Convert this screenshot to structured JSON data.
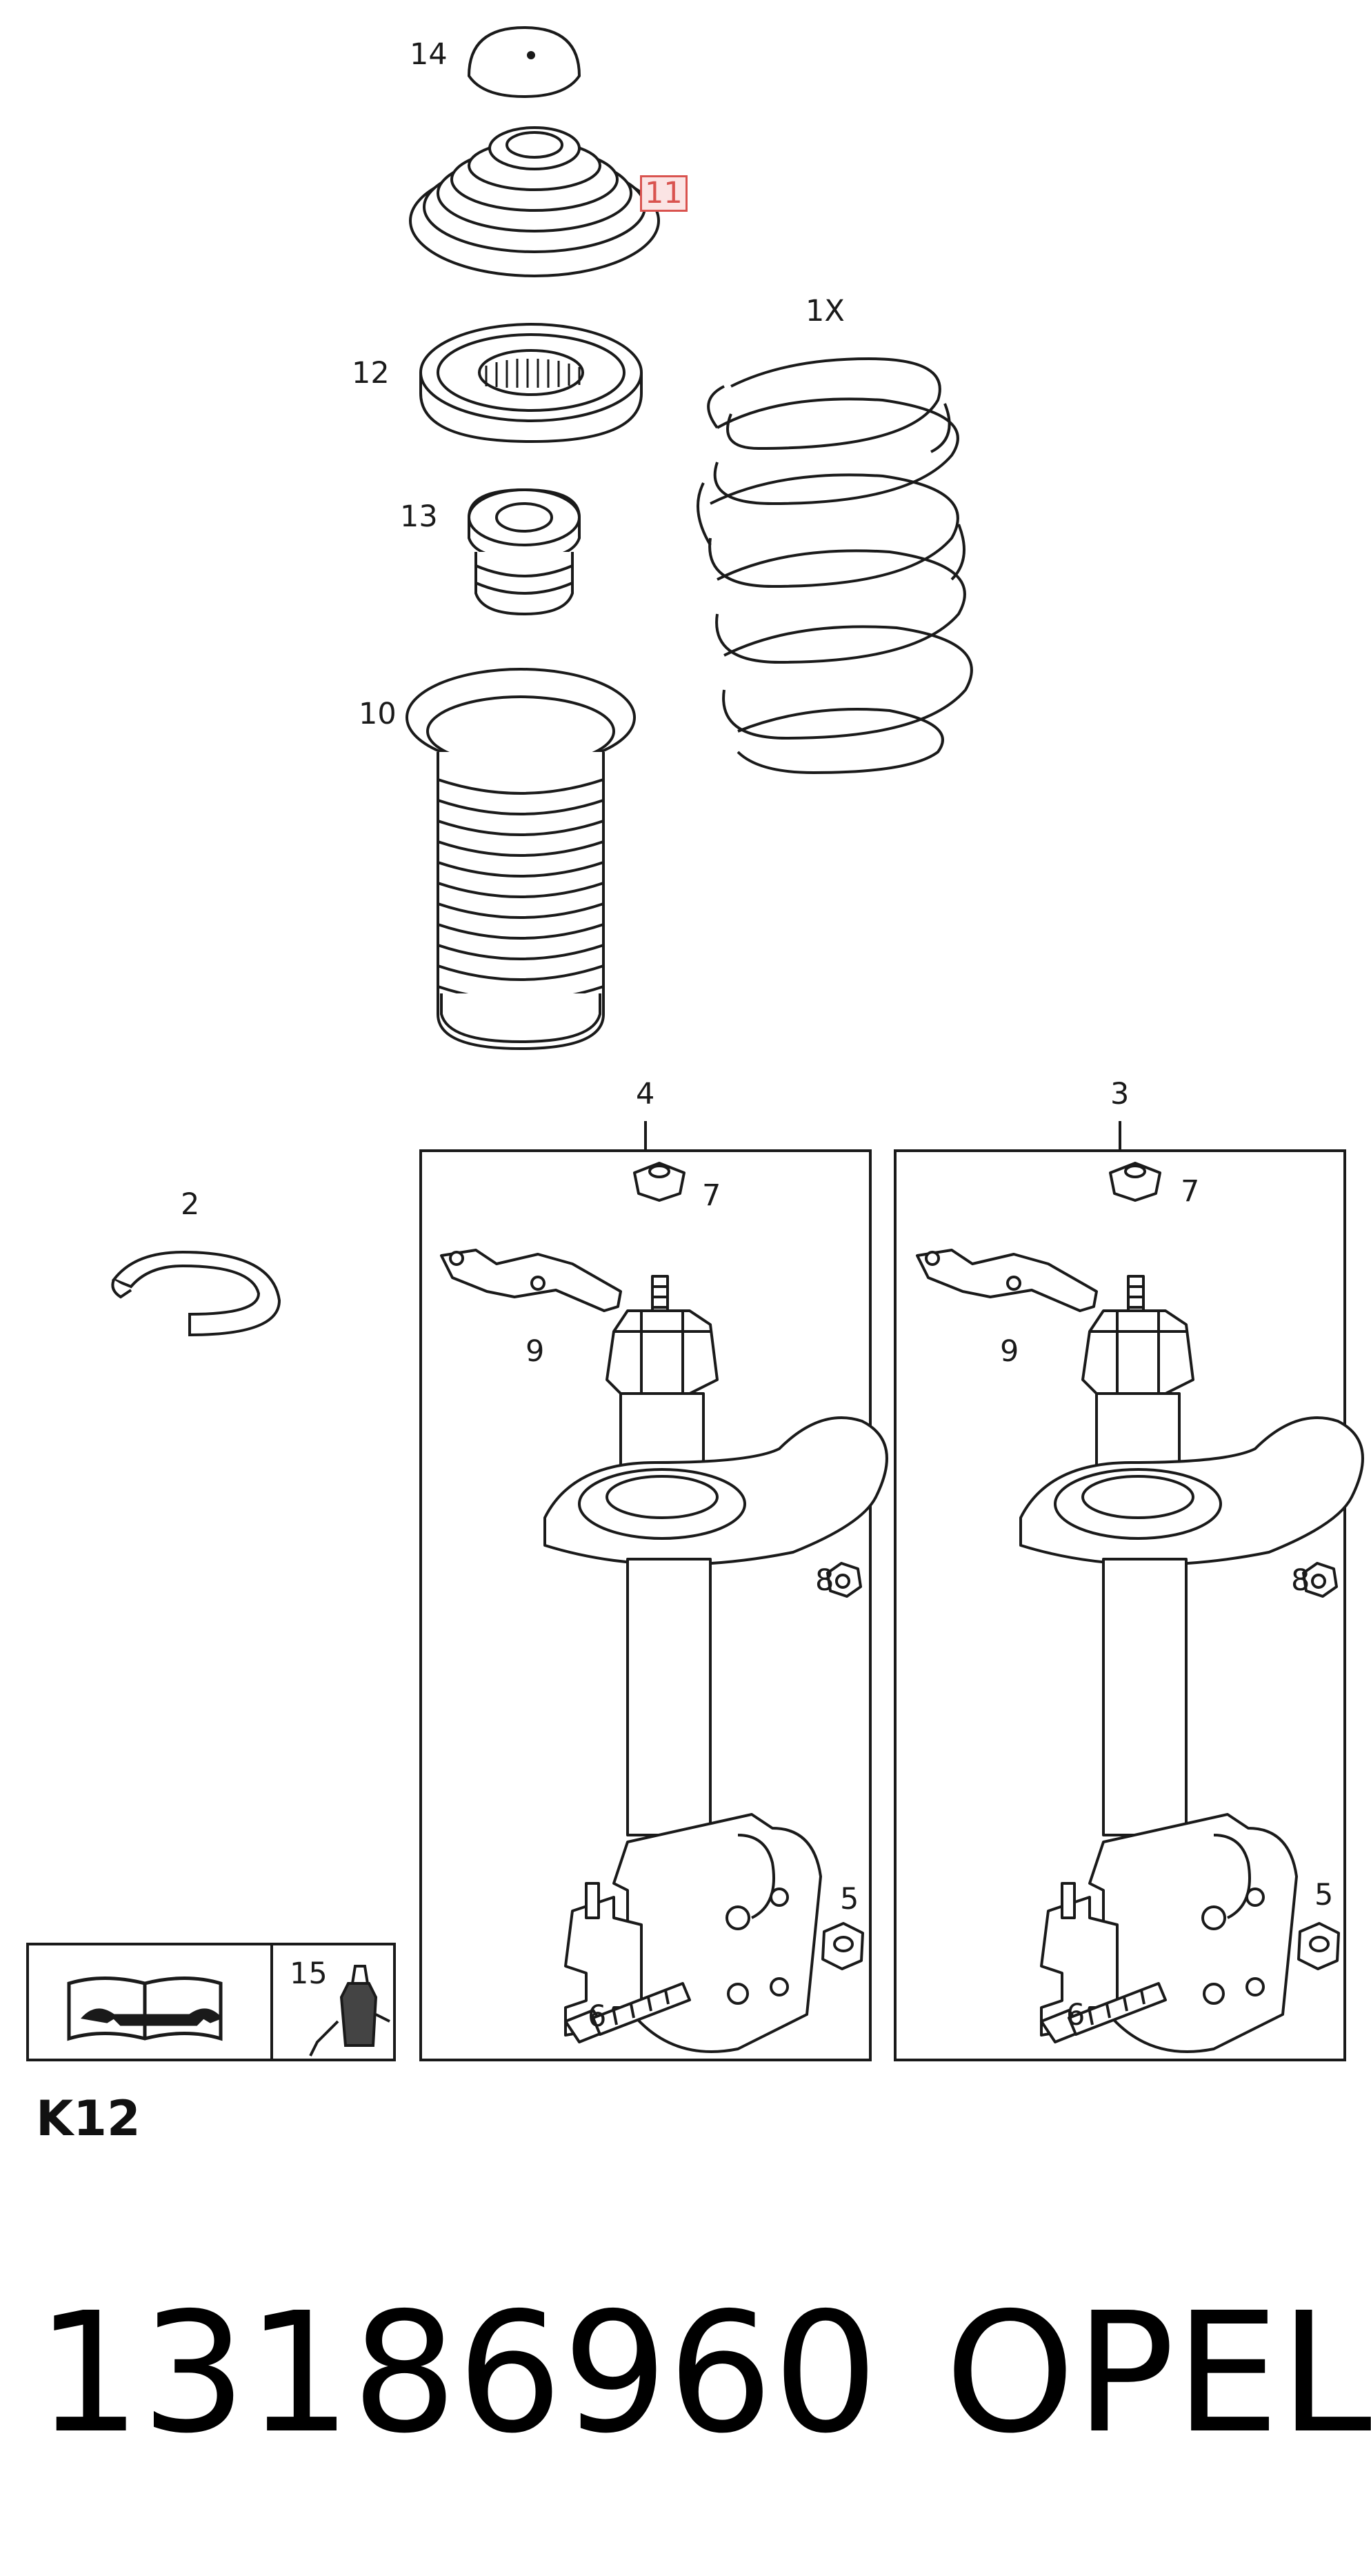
{
  "callouts": {
    "c14": "14",
    "c11": "11",
    "c1x": "1X",
    "c12": "12",
    "c13": "13",
    "c10": "10",
    "c4": "4",
    "c3": "3",
    "c2": "2",
    "c7a": "7",
    "c7b": "7",
    "c9a": "9",
    "c9b": "9",
    "c8a": "8",
    "c8b": "8",
    "c5a": "5",
    "c5b": "5",
    "c6a": "6",
    "c6b": "6",
    "c15": "15"
  },
  "highlight_color": "#d9534f",
  "section_code": "K12",
  "part_number": "13186960",
  "brand": "OPEL",
  "icons": [
    "manual-book-icon",
    "wrench-icon",
    "lubricant-bottle-icon"
  ]
}
